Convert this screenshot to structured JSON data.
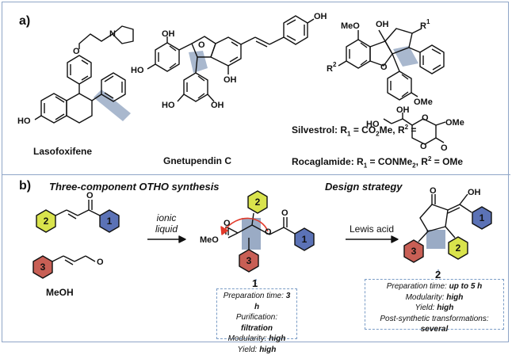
{
  "panel_a": {
    "label": "a)",
    "compounds": [
      {
        "name": "Lasofoxifene"
      },
      {
        "name": "Gnetupendin C"
      }
    ],
    "silvestrol": {
      "prefix": "Silvestrol: R",
      "r1_sub": "1",
      "r1_val": " = CO",
      "r1_val_sub": "2",
      "r1_val_end": "Me, R",
      "r2_sup": "2",
      "end": " ="
    },
    "rocaglamide": {
      "prefix": "Rocaglamide: R",
      "r1_sub": "1",
      "r1_val": " = CONMe",
      "r1_val_sub": "2",
      "r1_val_end": ", R",
      "r2_sup": "2",
      "end": " = OMe"
    },
    "atoms": {
      "meo": "MeO",
      "ho": "HO",
      "oh": "OH",
      "ome": "OMe",
      "o": "O",
      "n": "N",
      "r1": "R",
      "r1_num": "1",
      "r2": "R",
      "r2_num": "2"
    }
  },
  "panel_b": {
    "label": "b)",
    "left_heading": "Three-component OTHO synthesis",
    "right_heading": "Design strategy",
    "meoh": "MeOH",
    "arrow1_label": [
      "ionic",
      "liquid"
    ],
    "arrow2_label": "Lewis acid",
    "ring_numbers": [
      "1",
      "2",
      "3"
    ],
    "ester_label": "MeO",
    "compound1": {
      "number": "1",
      "lines": [
        {
          "label": "Preparation time: ",
          "value": "3 h"
        },
        {
          "label": "Purification: ",
          "value": "filtration"
        },
        {
          "label": "Modularity: ",
          "value": "high"
        },
        {
          "label": "Yield: ",
          "value": "high"
        }
      ]
    },
    "compound2": {
      "number": "2",
      "lines": [
        {
          "label": "Preparation time: ",
          "value": "up to 5 h"
        },
        {
          "label": "Modularity: ",
          "value": "high"
        },
        {
          "label": "Yield: ",
          "value": "high"
        },
        {
          "label": "Post-synthetic transformations: ",
          "value": "several"
        }
      ]
    }
  },
  "colors": {
    "frame": "#8fa5c7",
    "ring1": "#5b72b6",
    "ring2": "#d9e34c",
    "ring3": "#c85f55",
    "highlight": "#9aabc5",
    "curved_arrow": "#e23a2a"
  }
}
